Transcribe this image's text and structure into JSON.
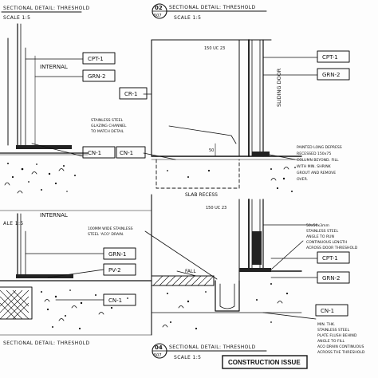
{
  "titles": {
    "top_left": "SECTIONAL DETAIL: THRESHOLD",
    "top_left_scale": "SCALE 1:5",
    "top_right_num": "02",
    "top_right_sheet": "507",
    "top_right": "SECTIONAL DETAIL: THRESHOLD",
    "top_right_scale": "SCALE 1:5",
    "bottom_left_scale": "ALE 1:5",
    "bottom_left": "SECTIONAL DETAIL: THRESHOLD",
    "bottom_right_num": "04",
    "bottom_right_sheet": "507",
    "bottom_right": "SECTIONAL DETAIL: THRESHOLD",
    "bottom_right_scale": "SCALE 1:5"
  },
  "labels": {
    "internal_top": "INTERNAL",
    "internal_bottom": "INTERNAL",
    "door": "SLIDING DOOR",
    "dim_150_top": "150 UC 23",
    "dim_150_bottom": "150 UC 23",
    "dim_50": "50",
    "slab_recess": "SLAB RECESS",
    "fall": "FALL"
  },
  "tags": {
    "tl_cpt": "CPT-1",
    "tl_grn": "GRN-2",
    "tl_cn": "CN-1",
    "tr_cr": "CR-1",
    "tr_cn": "CN-1",
    "tr_cpt": "CPT-1",
    "tr_grn": "GRN-2",
    "bl_grn": "GRN-1",
    "bl_pv": "PV-2",
    "bl_cn": "CN-1",
    "br_cpt": "CPT-1",
    "br_grn": "GRN-2",
    "br_cn": "CN-1"
  },
  "notes": {
    "glazing": [
      "STAINLESS STEEL",
      "GLAZING CHANNEL",
      "TO MATCH DETAIL"
    ],
    "painted": [
      "PAINTED LONG DEPRESS",
      "RECESSED 150x75",
      "COLUMN BEYOND. FILL",
      "WITH MIN. SHRINK",
      "GROUT AND REMOVE",
      "OVER."
    ],
    "drain": [
      "100MM WIDE STAINLESS",
      "STEEL 'ACO' DRAIN."
    ],
    "angle": [
      "50x50x3mm",
      "STAINLESS STEEL",
      "ANGLE TO RUN",
      "CONTINUOUS LENGTH",
      "ACROSS DOOR THRESHOLD"
    ],
    "plate": [
      "MIN. THK.",
      "STAINLESS STEEL",
      "PLATE FLUSH BEHIND",
      "ANGLE TO FILL",
      "ACO DRAIN CONTINUOUS",
      "ACROSS THE THRESHOLD"
    ]
  },
  "stamp": "CONSTRUCTION ISSUE"
}
